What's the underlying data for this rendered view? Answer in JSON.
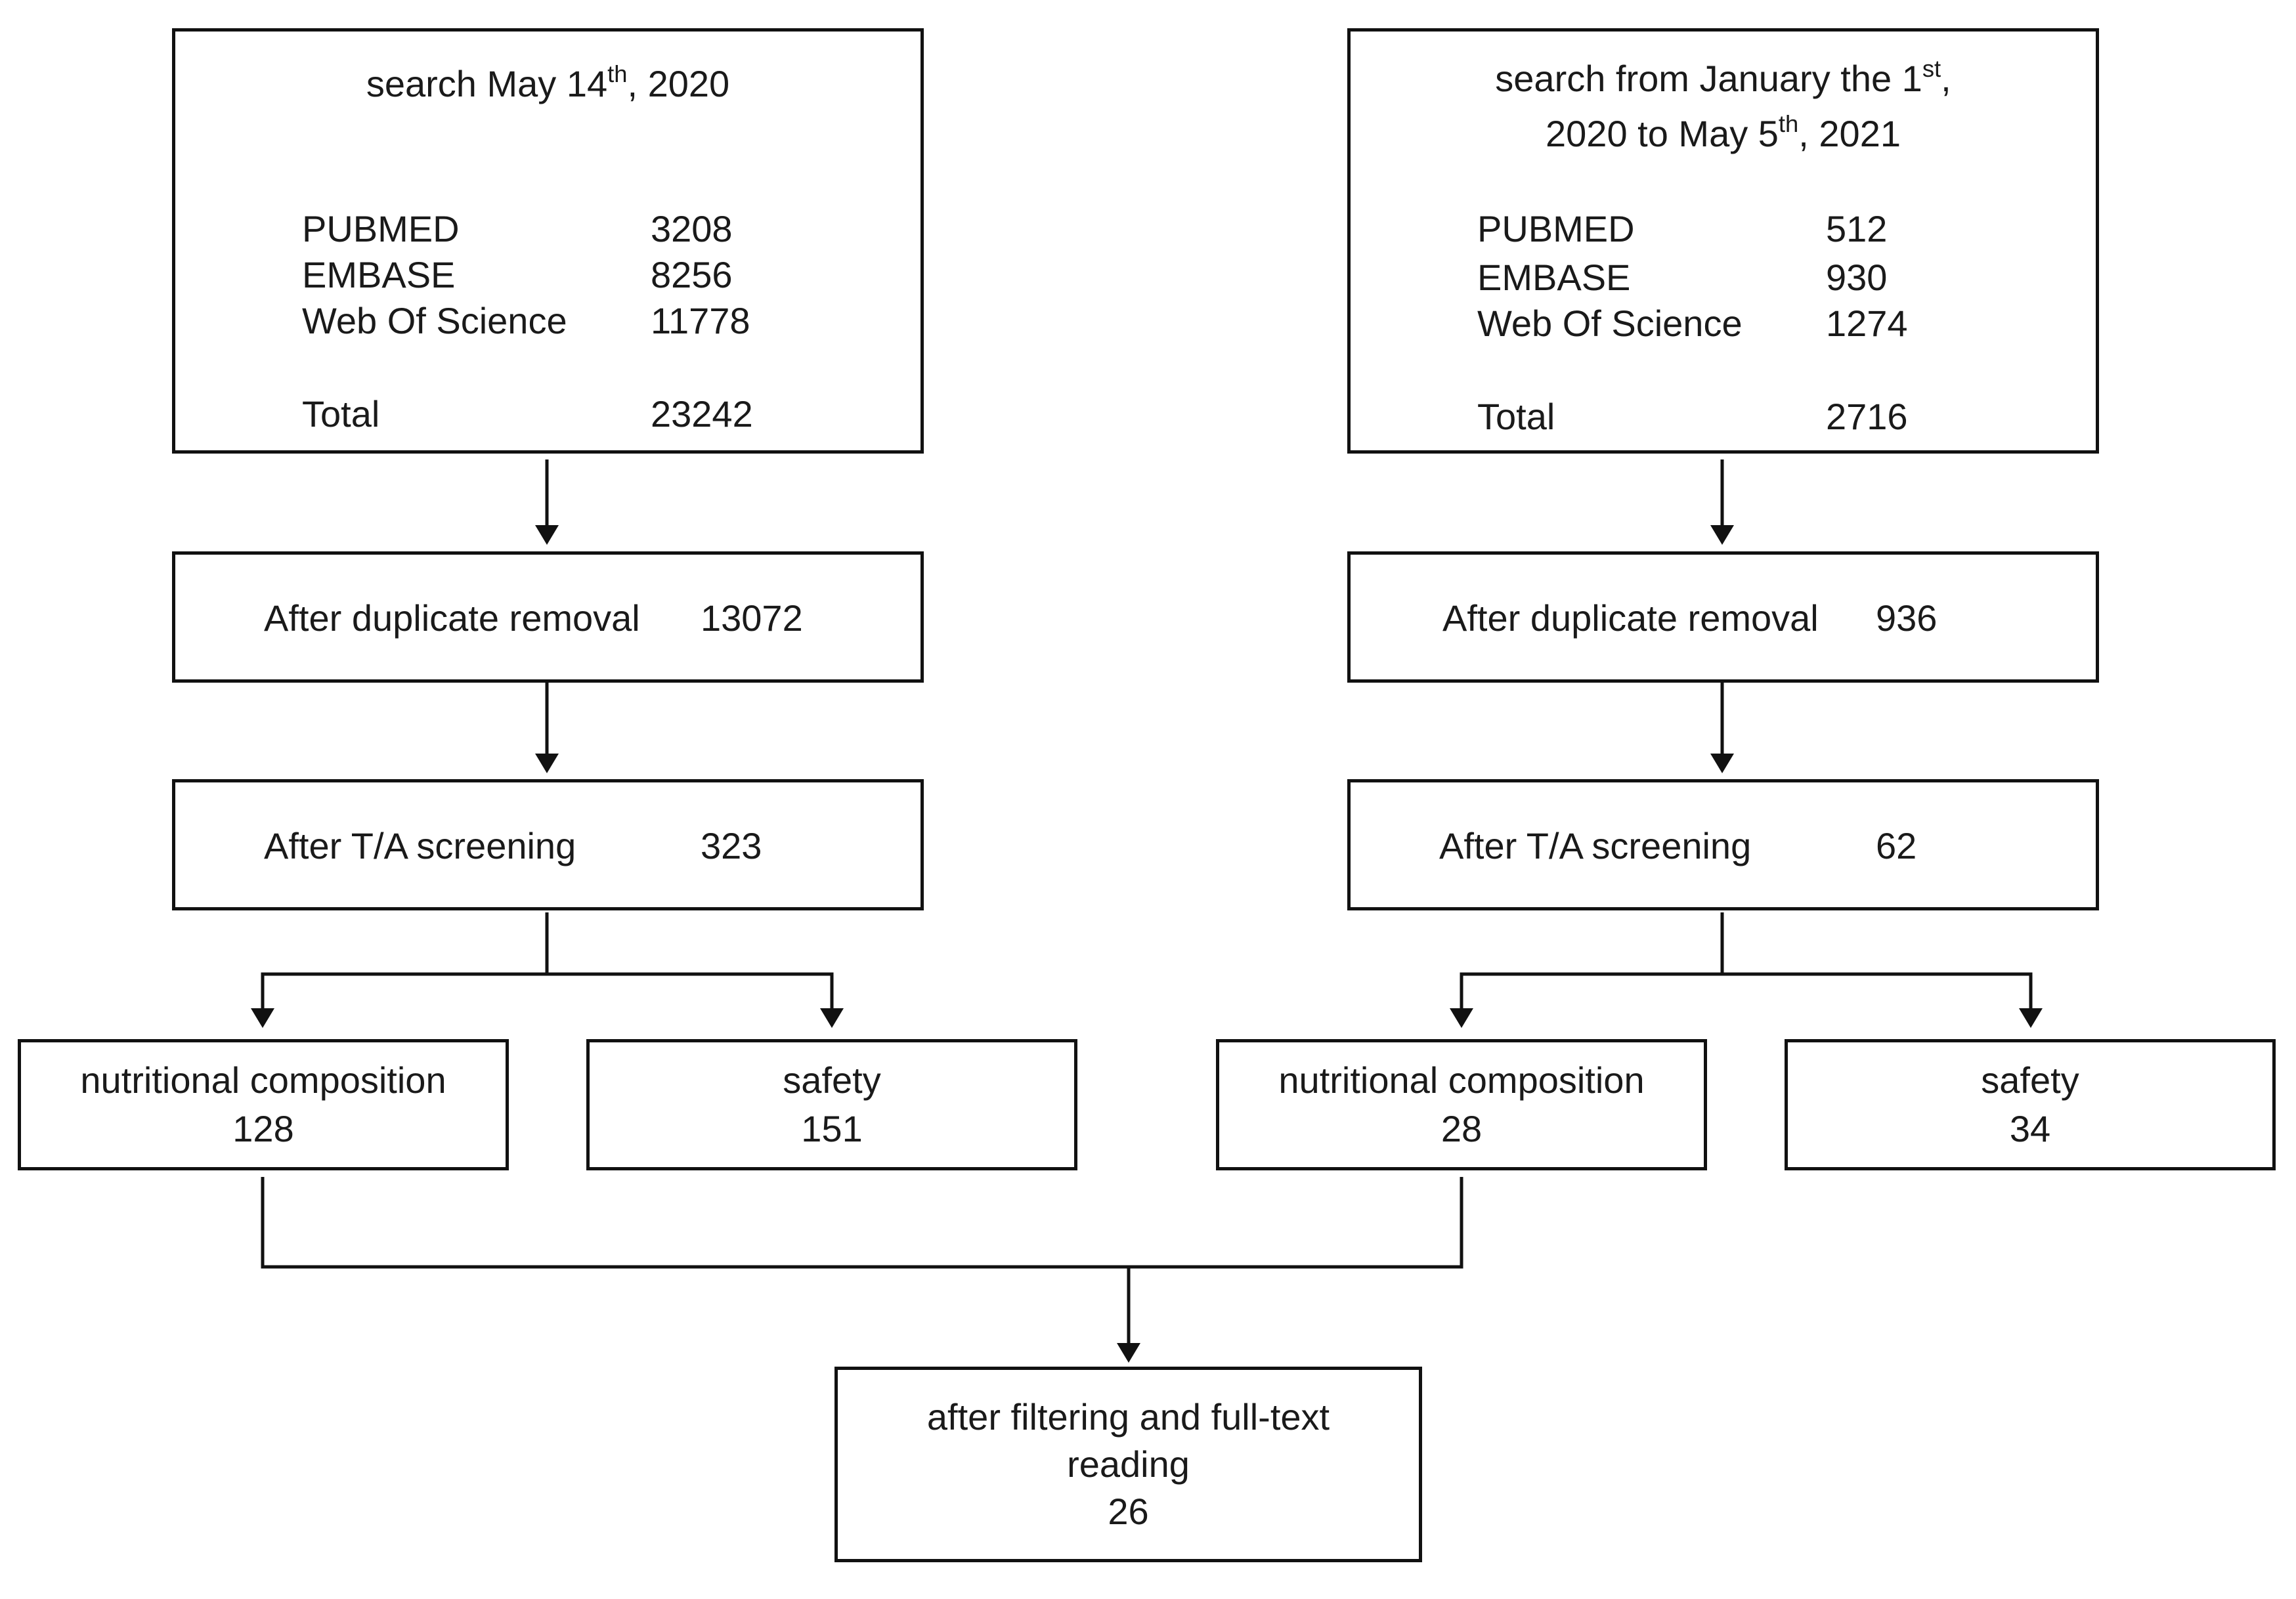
{
  "left": {
    "search": {
      "title_pre": "search May 14",
      "title_sup": "th",
      "title_post": ", 2020",
      "rows": [
        {
          "label": "PUBMED",
          "value": "3208"
        },
        {
          "label": "EMBASE",
          "value": "8256"
        },
        {
          "label": "Web Of Science",
          "value": "11778"
        }
      ],
      "total_label": "Total",
      "total_value": "23242"
    },
    "duplicate": {
      "label": "After duplicate removal",
      "value": "13072"
    },
    "screening": {
      "label": "After T/A screening",
      "value": "323"
    },
    "nutrition": {
      "label": "nutritional composition",
      "value": "128"
    },
    "safety": {
      "label": "safety",
      "value": "151"
    }
  },
  "right": {
    "search": {
      "line1_pre": "search from January the 1",
      "line1_sup": "st",
      "line1_post": ",",
      "line2_pre": "2020 to May 5",
      "line2_sup": "th",
      "line2_post": ", 2021",
      "rows": [
        {
          "label": "PUBMED",
          "value": "512"
        },
        {
          "label": "EMBASE",
          "value": "930"
        },
        {
          "label": "Web Of Science",
          "value": "1274"
        }
      ],
      "total_label": "Total",
      "total_value": "2716"
    },
    "duplicate": {
      "label": "After duplicate removal",
      "value": "936"
    },
    "screening": {
      "label": "After T/A screening",
      "value": "62"
    },
    "nutrition": {
      "label": "nutritional composition",
      "value": "28"
    },
    "safety": {
      "label": "safety",
      "value": "34"
    }
  },
  "final": {
    "line1": "after filtering and full-text",
    "line2": "reading",
    "value": "26"
  }
}
